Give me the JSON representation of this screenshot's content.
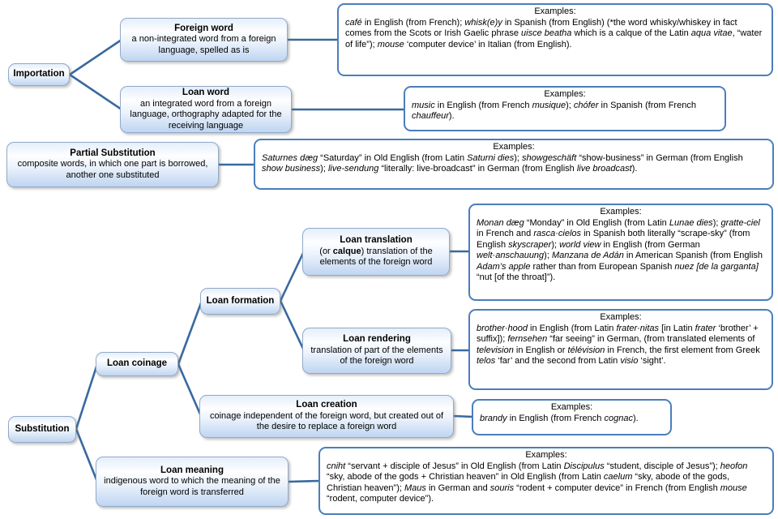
{
  "diagram": {
    "colors": {
      "connector": "#38699f",
      "node_border": "#93a9c7",
      "node_fill": "#c5d9f3",
      "examples_border": "#4a7ebb",
      "text": "#000000"
    },
    "nodes": {
      "importation": {
        "title": "Importation"
      },
      "foreign_word": {
        "title": "Foreign word",
        "body": "a non-integrated word from a foreign language, spelled as is"
      },
      "loan_word": {
        "title": "Loan word",
        "body": "an integrated word from a foreign language, orthography adapted for the receiving language"
      },
      "partial_substitution": {
        "title": "Partial Substitution",
        "body": "composite words, in which one part is borrowed, another one substituted"
      },
      "substitution": {
        "title": "Substitution"
      },
      "loan_coinage": {
        "title": "Loan coinage"
      },
      "loan_formation": {
        "title": "Loan formation"
      },
      "loan_translation": {
        "title": "Loan translation",
        "body": "(or [b]calque[/b]) translation of the elements of the foreign word"
      },
      "loan_rendering": {
        "title": "Loan rendering",
        "body": "translation of part of the elements of the foreign word"
      },
      "loan_creation": {
        "title": "Loan creation",
        "body": "coinage independent of the foreign word, but created out of the desire to replace a foreign word"
      },
      "loan_meaning": {
        "title": "Loan meaning",
        "body": "indigenous word to which the meaning of the foreign word is transferred"
      }
    },
    "examples": {
      "foreign_word": {
        "heading": "Examples:",
        "body": "[i]café[/i] in English (from French); [i]whisk(e)y[/i] in Spanish (from English) (*the word whisky/whiskey in fact comes from the Scots or Irish Gaelic phrase [i]uisce beatha[/i] which is a calque of the Latin [i]aqua vitae[/i], “water of life”); [i]mouse[/i] ‘computer device’ in Italian (from English)."
      },
      "loan_word": {
        "heading": "Examples:",
        "body": "[i]music[/i] in English (from French [i]musique[/i]); [i]chófer[/i] in Spanish (from French [i]chauffeur[/i])."
      },
      "partial_substitution": {
        "heading": "Examples:",
        "body": "[i]Saturnes dæg[/i] “Saturday” in Old English (from Latin [i]Saturni dies[/i]); [i]showgeschäft[/i] “show-business” in German (from English [i]show business[/i]); [i]live-sendung[/i] “literally: live-broadcast” in German (from English [i]live broadcast[/i])."
      },
      "loan_translation": {
        "heading": "Examples:",
        "body": "[i]Monan dæg[/i] “Monday” in Old English (from Latin [i]Lunae dies[/i]); [i]gratte-ciel[/i] in French and [i]rasca·cielos[/i] in Spanish both literally “scrape-sky” (from English [i]skyscraper[/i]); [i]world view[/i] in English (from German [i]welt·anschauung[/i]); [i]Manzana de Adán[/i] in American Spanish (from English [i]Adam’s apple[/i] rather than from European Spanish [i]nuez [de la garganta][/i] “nut [of the throat]”)."
      },
      "loan_rendering": {
        "heading": "Examples:",
        "body": "[i]brother·hood[/i] in English (from Latin [i]frater·nitas[/i] [in Latin [i]frater[/i] ‘brother’ + suffix]); [i]fernsehen[/i] “far seeing” in German, (from translated elements of [i]television[/i] in English or [i]télévision[/i] in French, the first element from Greek [i]telos[/i] ‘far’ and the second from Latin [i]visio[/i] ‘sight’."
      },
      "loan_creation": {
        "heading": "Examples:",
        "body": "[i]brandy[/i] in English (from French [i]cognac[/i])."
      },
      "loan_meaning": {
        "heading": "Examples:",
        "body": "[i]cniht[/i] “servant + disciple of Jesus” in Old English (from Latin [i]Discipulus[/i] “student, disciple of Jesus”); [i]heofon[/i] “sky, abode of the gods + Christian heaven” in Old English (from Latin [i]caelum[/i] “sky, abode of the gods, Christian heaven”); [i]Maus[/i] in German and [i]souris[/i] “rodent + computer device” in French (from English [i]mouse[/i] “rodent, computer device”)."
      }
    }
  }
}
